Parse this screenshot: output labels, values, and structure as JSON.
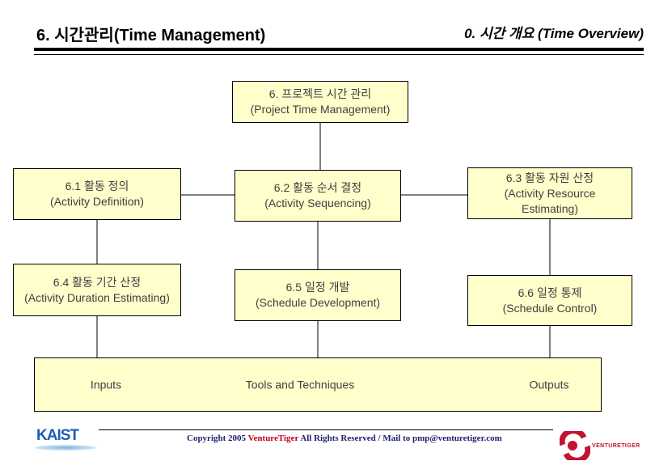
{
  "header": {
    "title": "6. 시간관리(Time Management)",
    "overview": "0. 시간 개요 (Time Overview)"
  },
  "diagram": {
    "root": {
      "ko": "6. 프로젝트 시간 관리",
      "en": "(Project Time Management)"
    },
    "boxes": [
      {
        "id": "6.1",
        "ko": "6.1 활동 정의",
        "en": "(Activity Definition)"
      },
      {
        "id": "6.2",
        "ko": "6.2 활동 순서 결정",
        "en": "(Activity Sequencing)"
      },
      {
        "id": "6.3",
        "ko": "6.3 활동 자원 산정",
        "en": "(Activity Resource Estimating)"
      },
      {
        "id": "6.4",
        "ko": "6.4 활동 기간 산정",
        "en": "(Activity Duration Estimating)"
      },
      {
        "id": "6.5",
        "ko": "6.5 일정 개발",
        "en": "(Schedule Development)"
      },
      {
        "id": "6.6",
        "ko": "6.6 일정 통제",
        "en": "(Schedule Control)"
      }
    ],
    "legend": {
      "inputs": "Inputs",
      "tools": "Tools and Techniques",
      "outputs": "Outputs"
    }
  },
  "footer": {
    "kaist_logo": "KAIST",
    "copyright_prefix": "Copyright 2005 ",
    "copyright_brand": "VentureTiger",
    "copyright_suffix": " All Rights Reserved / Mail to pmp@venturetiger.com",
    "venturetiger_logo": "VENTURETIGER"
  },
  "colors": {
    "box_fill": "#FFFFCC",
    "box_border": "#000000",
    "kaist_blue": "#1A5FB4",
    "kaist_swoosh": "#A9CBEA",
    "brand_red": "#C41230",
    "copyright_navy": "#1F1F6E"
  }
}
